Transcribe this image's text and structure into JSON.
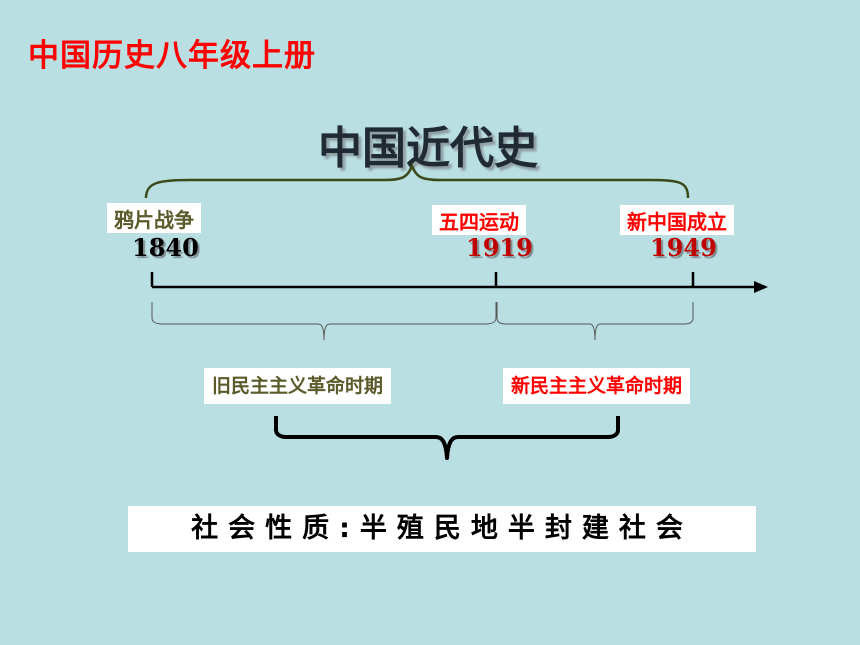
{
  "book_title": "中国历史八年级上册",
  "main_title": "中国近代史",
  "events": [
    {
      "label": "鸦片战争",
      "year": "1840"
    },
    {
      "label": "五四运动",
      "year": "1919"
    },
    {
      "label": "新中国成立",
      "year": "1949"
    }
  ],
  "periods": [
    {
      "label": "旧民主主义革命时期"
    },
    {
      "label": "新民主主义革命时期"
    }
  ],
  "society_nature": "社会性质:半殖民地半封建社会",
  "colors": {
    "background": "#b9dfe2",
    "accent_red": "#ff0000",
    "olive_text": "#5a5a2a",
    "dark_red_year": "#c00000",
    "year_black": "#000000"
  }
}
